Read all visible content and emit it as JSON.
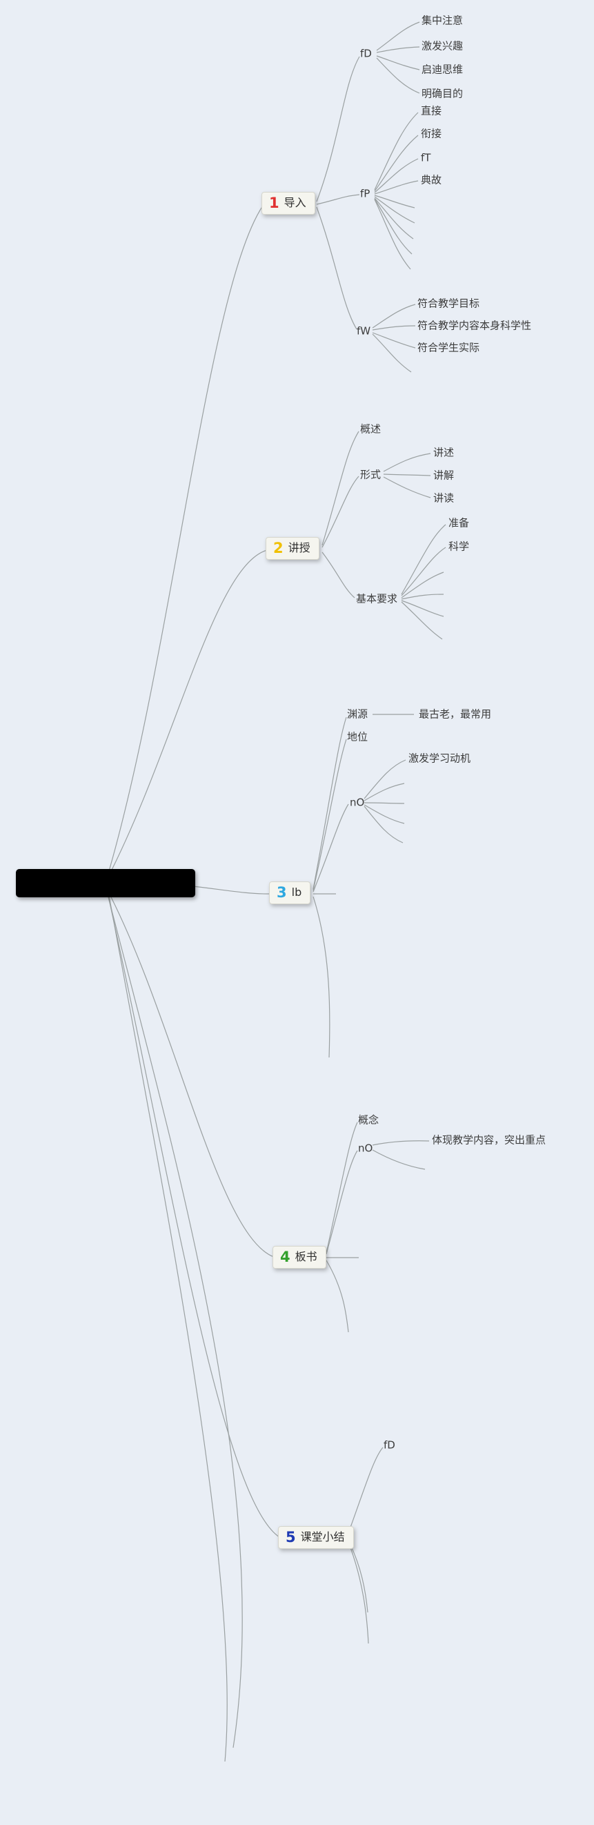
{
  "canvas": {
    "background_color": "#e9eef5",
    "line_color": "#9aa0a1"
  },
  "central": {
    "label": "",
    "redacted_fill": "#000000"
  },
  "branches": [
    {
      "num": "1",
      "num_color": "#e03131",
      "label": "导入",
      "children": [
        {
          "label": "fD",
          "leaves": [
            "集中注意",
            "激发兴趣",
            "启迪思维",
            "明确目的"
          ]
        },
        {
          "label": "fP",
          "leaves": [
            "直接",
            "衔接",
            "fT",
            "典故"
          ]
        },
        {
          "label": "fW",
          "leaves": [
            "符合教学目标",
            "符合教学内容本身科学性",
            "符合学生实际"
          ]
        }
      ]
    },
    {
      "num": "2",
      "num_color": "#f0c000",
      "label": "讲授",
      "children": [
        {
          "label": "概述",
          "leaves": []
        },
        {
          "label": "形式",
          "leaves": [
            "讲述",
            "讲解",
            "讲读"
          ]
        },
        {
          "label": "基本要求",
          "leaves": [
            "准备",
            "科学"
          ]
        }
      ]
    },
    {
      "num": "3",
      "num_color": "#2ea8e0",
      "label": "lb",
      "children": [
        {
          "label": "渊源",
          "leaves": [
            "最古老，最常用"
          ]
        },
        {
          "label": "地位",
          "leaves": []
        },
        {
          "label": "nO",
          "leaves": [
            "激发学习动机"
          ]
        }
      ]
    },
    {
      "num": "4",
      "num_color": "#33a02c",
      "label": "板书",
      "children": [
        {
          "label": "概念",
          "leaves": []
        },
        {
          "label": "nO",
          "leaves": [
            "体现教学内容，突出重点"
          ]
        }
      ]
    },
    {
      "num": "5",
      "num_color": "#1f3bb3",
      "label": "课堂小结",
      "children": [
        {
          "label": "fD",
          "leaves": []
        }
      ]
    }
  ]
}
